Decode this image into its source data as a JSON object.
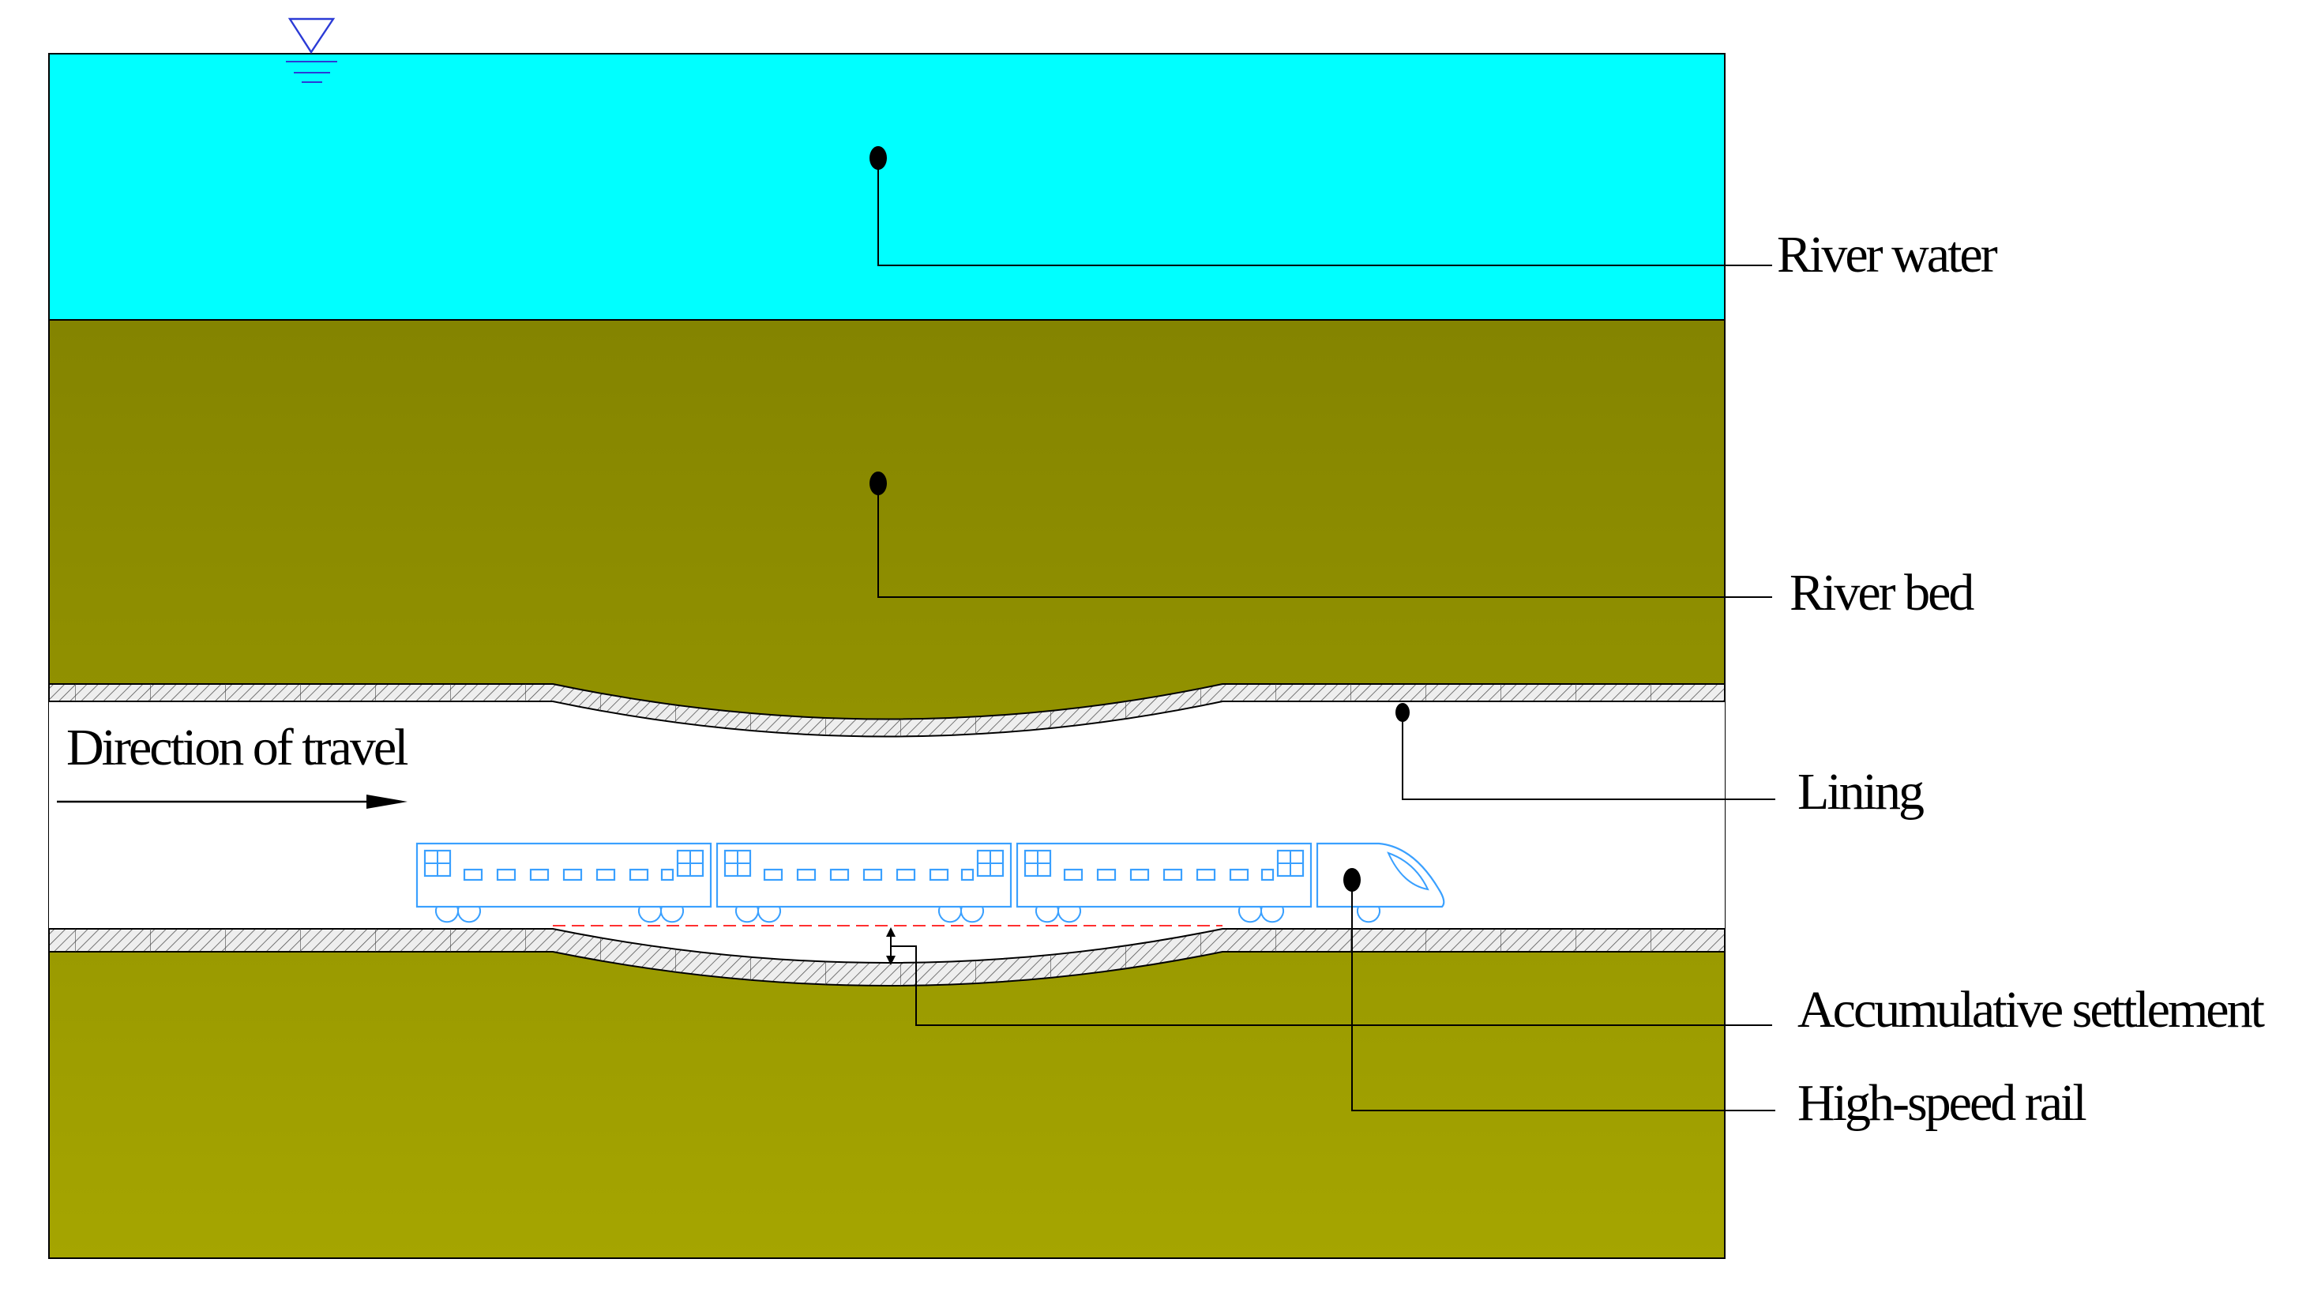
{
  "labels": {
    "river_water": "River water",
    "river_bed": "River bed",
    "lining": "Lining",
    "accumulative_settlement": "Accumulative settlement",
    "high_speed_rail": "High-speed rail",
    "direction_of_travel": "Direction of travel"
  },
  "colors": {
    "water": "#00ffff",
    "soil_top": "#858500",
    "soil_bottom": "#a6a600",
    "lining_fill": "#e6e6e6",
    "train_outline": "#3aa0ff",
    "settlement_reference": "#ff3030"
  },
  "icons": {
    "water_level": "inverted-triangle-water-level-icon",
    "direction": "arrow-right-icon"
  }
}
